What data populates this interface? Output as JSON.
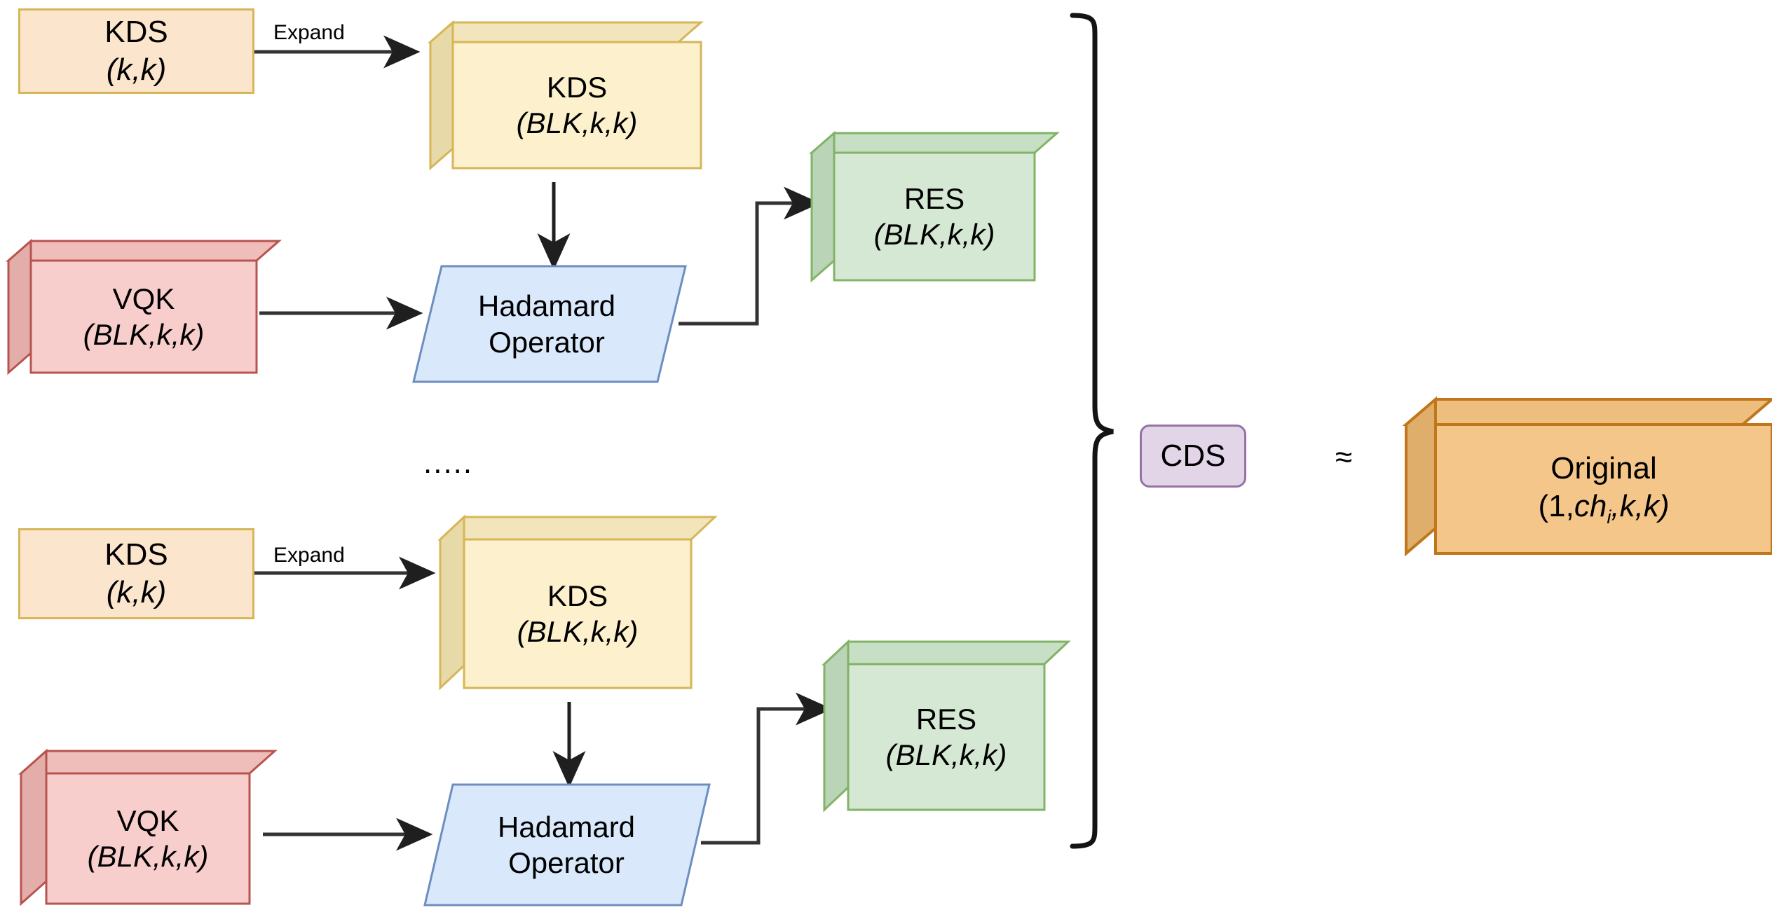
{
  "diagram": {
    "title": "Block-wise Hadamard decomposition approximating original tensor",
    "background": "#FFFFFF",
    "palette": {
      "kds_flat_fill": "#FCE5CD",
      "kds_flat_stroke": "#D6B656",
      "kds_cube_fill": "#FCF0CD",
      "kds_cube_top": "#F2E4BB",
      "kds_cube_side": "#E6D7A8",
      "kds_cube_stroke": "#D6B656",
      "vqk_fill": "#F8CECC",
      "vqk_top": "#EFBDBA",
      "vqk_side": "#E3ADAA",
      "vqk_stroke": "#B85450",
      "hadamard_fill": "#DAE8FC",
      "hadamard_stroke": "#6C8EBF",
      "res_fill": "#D5E8D4",
      "res_top": "#C7DFC5",
      "res_side": "#B9D4B7",
      "res_stroke": "#82B366",
      "cds_fill": "#E1D5E7",
      "cds_stroke": "#9673A6",
      "original_fill": "#F5C68A",
      "original_top": "#EDBE7E",
      "original_side": "#E0AE6B",
      "original_stroke": "#C0761A",
      "edge_stroke": "#333333",
      "brace_stroke": "#1A1A1A",
      "text": "#000000"
    },
    "branches": [
      {
        "id": "branch-top",
        "kds_source": {
          "line1": "KDS",
          "line2": "(k,k)"
        },
        "expand_label": "Expand",
        "kds_expanded": {
          "line1": "KDS",
          "line2": "(BLK,k,k)"
        },
        "vqk": {
          "line1": "VQK",
          "line2": "(BLK,k,k)"
        },
        "hadamard": {
          "line1": "Hadamard",
          "line2": "Operator"
        },
        "res": {
          "line1": "RES",
          "line2": "(BLK,k,k)"
        }
      },
      {
        "id": "branch-bottom",
        "kds_source": {
          "line1": "KDS",
          "line2": "(k,k)"
        },
        "expand_label": "Expand",
        "kds_expanded": {
          "line1": "KDS",
          "line2": "(BLK,k,k)"
        },
        "vqk": {
          "line1": "VQK",
          "line2": "(BLK,k,k)"
        },
        "hadamard": {
          "line1": "Hadamard",
          "line2": "Operator"
        },
        "res": {
          "line1": "RES",
          "line2": "(BLK,k,k)"
        }
      }
    ],
    "ellipsis": ".....",
    "aggregate": {
      "brace_icon": "right-curly-brace-icon",
      "cds_label": "CDS",
      "approx_symbol": "≈",
      "original": {
        "line1": "Original",
        "line2_prefix": "(1,",
        "line2_var": "ch",
        "line2_sub": "i",
        "line2_suffix": ",k,k)"
      }
    }
  }
}
